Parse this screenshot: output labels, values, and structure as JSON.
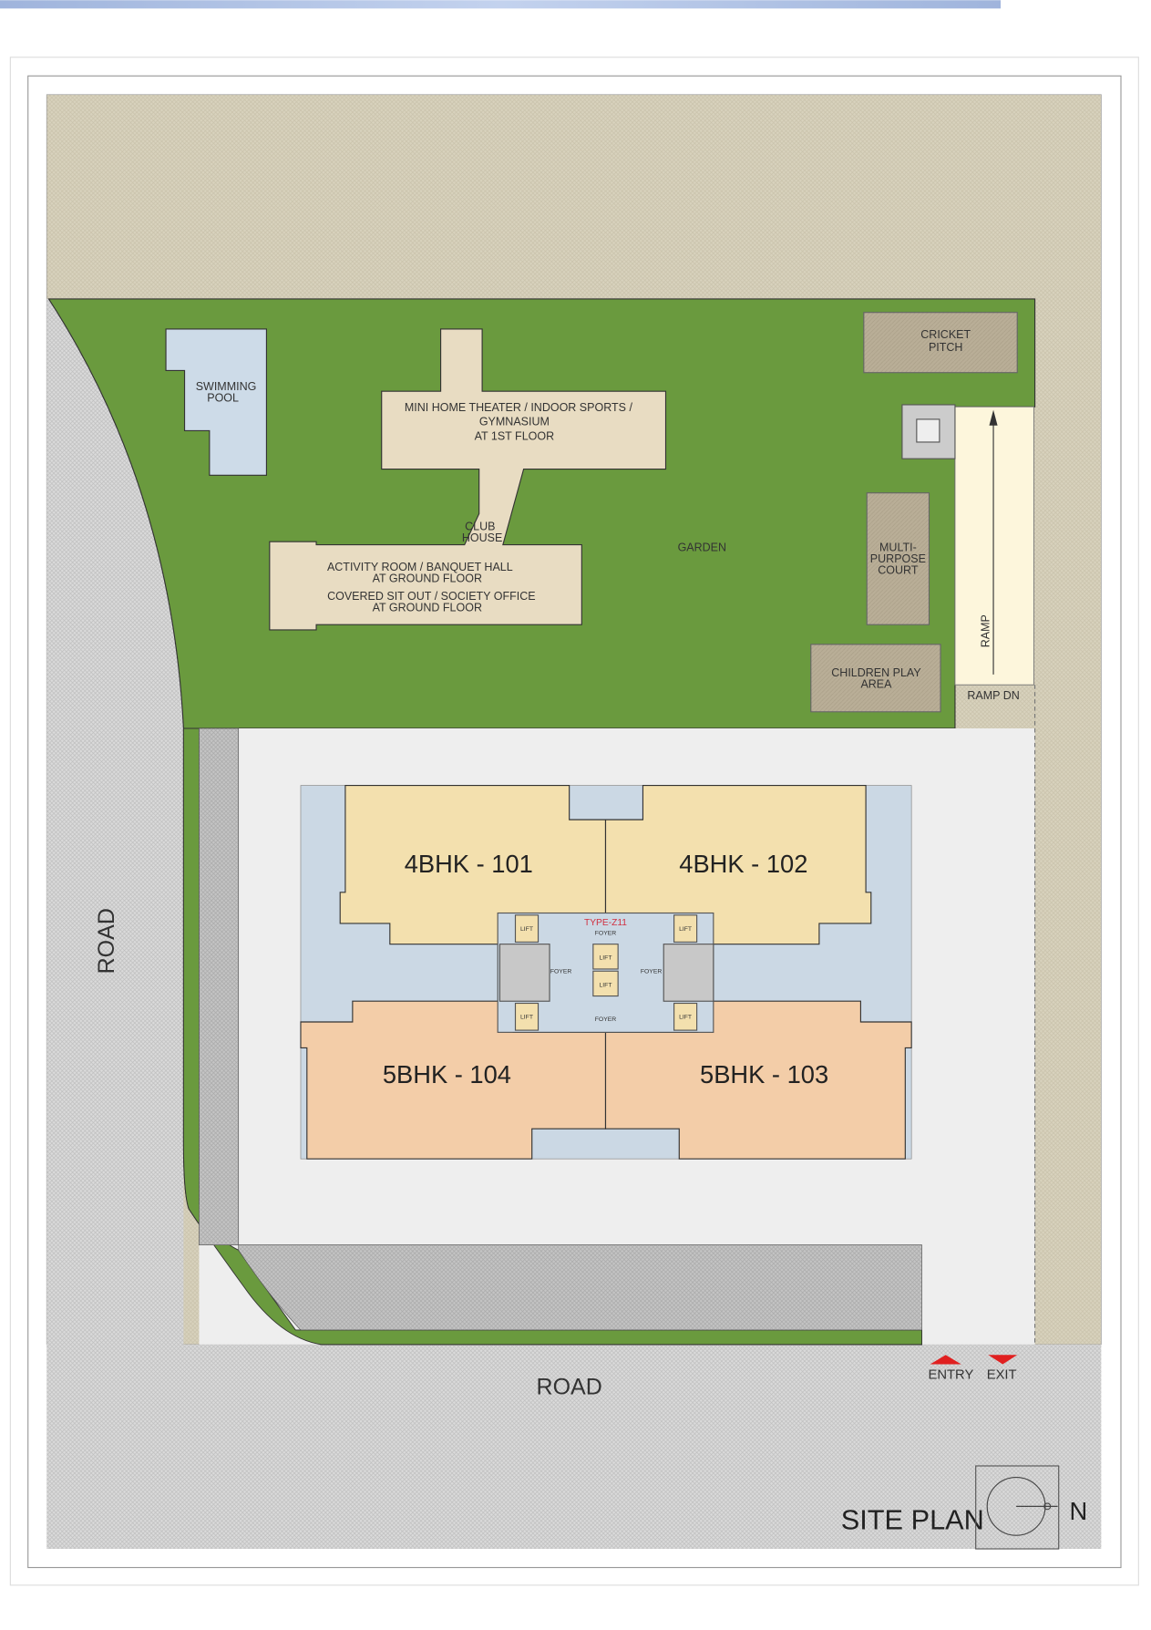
{
  "plan": {
    "title": "SITE PLAN",
    "north_label": "N",
    "roads": {
      "left": "ROAD",
      "bottom": "ROAD"
    },
    "entry": "ENTRY",
    "exit": "EXIT",
    "ramp": "RAMP",
    "ramp_dn": "RAMP DN",
    "garden": "GARDEN",
    "swimming_pool": [
      "SWIMMING",
      "POOL"
    ],
    "cricket_pitch": [
      "CRICKET",
      "PITCH"
    ],
    "multi_purpose_court": [
      "MULTI-",
      "PURPOSE",
      "COURT"
    ],
    "children_play_area": [
      "CHILDREN PLAY",
      "AREA"
    ],
    "club_house": [
      "CLUB",
      "HOUSE"
    ],
    "mini_theater": [
      "MINI HOME THEATER / INDOOR SPORTS /",
      "GYMNASIUM",
      "AT 1ST FLOOR"
    ],
    "activity_room": [
      "ACTIVITY ROOM / BANQUET HALL",
      "AT GROUND FLOOR",
      "COVERED SIT OUT / SOCIETY OFFICE",
      "AT GROUND FLOOR"
    ],
    "units": [
      "4BHK - 101",
      "4BHK - 102",
      "5BHK - 104",
      "5BHK - 103"
    ],
    "core": {
      "type": "TYPE-Z11",
      "foyer": "FOYER",
      "lift": "LIFT"
    }
  },
  "colors": {
    "garden": "#6a9a3e",
    "beige": "#d8d2bd",
    "road": "#d4d4d4",
    "unit_4bhk": "#f3e0ae",
    "unit_5bhk": "#f3cda8",
    "core": "#cbd8e4",
    "amenity": "#b9ae97",
    "club": "#e8dcc2",
    "pool": "#cddbe8",
    "accent_red": "#e02020"
  }
}
